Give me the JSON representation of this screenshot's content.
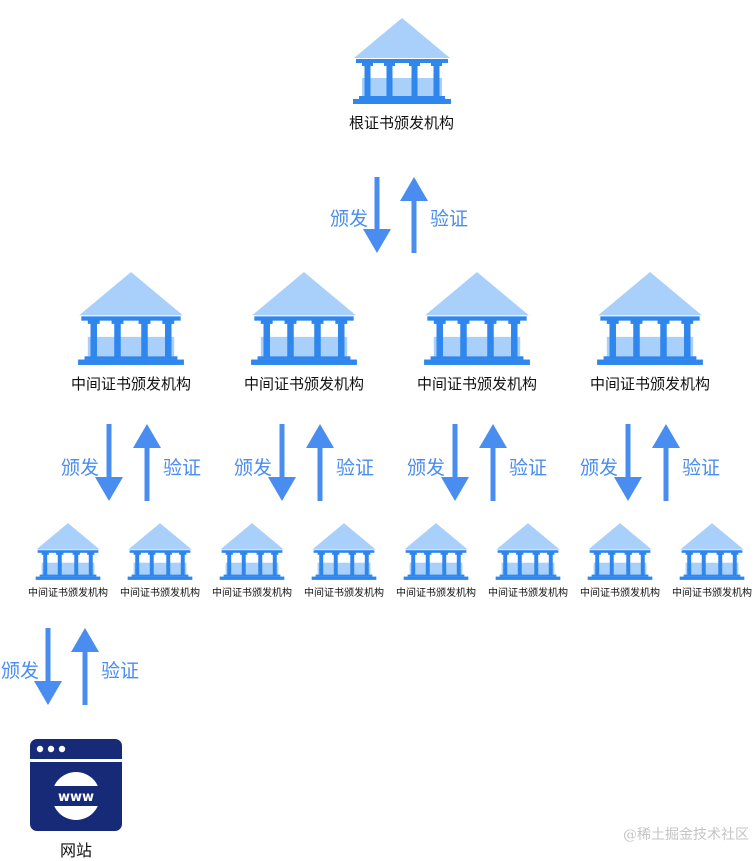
{
  "colors": {
    "roof": "#a8d0fb",
    "column": "#2f86ec",
    "fill": "#a8d0fb",
    "arrow": "#4a8df0",
    "site_dark": "#162a78",
    "site_light": "#ffffff"
  },
  "root": {
    "label": "根证书颁发机构",
    "icon": "institution-icon"
  },
  "intermediates": [
    {
      "label": "中间证书颁发机构"
    },
    {
      "label": "中间证书颁发机构"
    },
    {
      "label": "中间证书颁发机构"
    },
    {
      "label": "中间证书颁发机构"
    }
  ],
  "leaves": [
    {
      "label": "中间证书颁发机构"
    },
    {
      "label": "中间证书颁发机构"
    },
    {
      "label": "中间证书颁发机构"
    },
    {
      "label": "中间证书颁发机构"
    },
    {
      "label": "中间证书颁发机构"
    },
    {
      "label": "中间证书颁发机构"
    },
    {
      "label": "中间证书颁发机构"
    },
    {
      "label": "中间证书颁发机构"
    }
  ],
  "website": {
    "label": "网站",
    "badge": "www",
    "icon": "browser-window-icon"
  },
  "actions": {
    "issue": "颁发",
    "verify": "验证"
  },
  "watermark": "@稀土掘金技术社区"
}
